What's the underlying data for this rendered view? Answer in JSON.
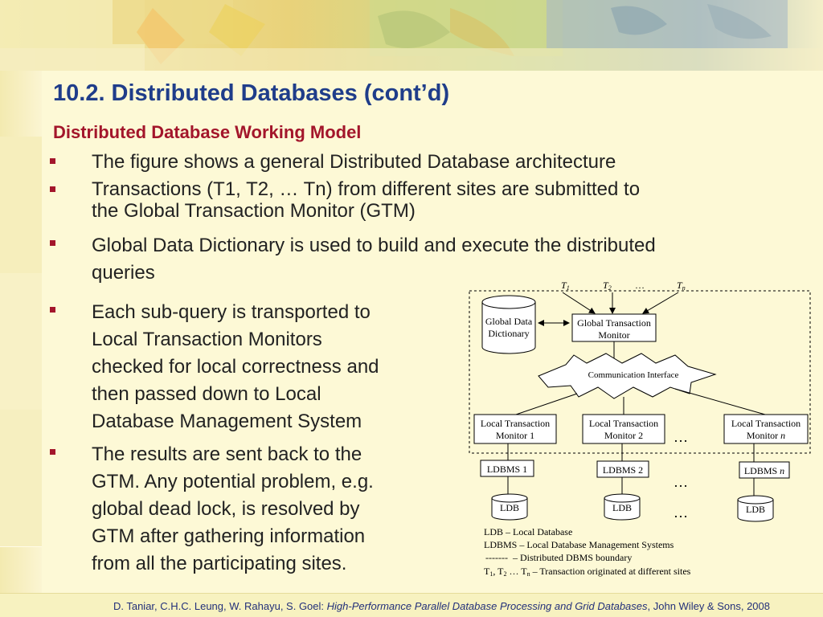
{
  "slide": {
    "title": "10.2. Distributed Databases (cont’d)",
    "subtitle": "Distributed Database Working Model",
    "bullets": [
      "The figure shows a general Distributed Database architecture",
      "Transactions (T1, T2, … Tn) from different sites are submitted to\nthe Global Transaction Monitor (GTM)",
      "Global Data Dictionary is used to build and execute the distributed\nqueries",
      "Each sub-query is transported to\nLocal Transaction Monitors\nchecked for local correctness and\nthen passed down to Local\nDatabase Management System",
      "The results are sent back to the\nGTM. Any potential problem, e.g.\nglobal dead lock, is resolved by\nGTM after gathering information\nfrom all the participating sites."
    ]
  },
  "diagram": {
    "transactions": {
      "t1": "T",
      "t1_sub": "1",
      "t2": "T",
      "t2_sub": "2",
      "dots": "…",
      "tn": "T",
      "tn_sub": "n"
    },
    "global_dictionary": [
      "Global Data",
      "Dictionary"
    ],
    "gtm": [
      "Global Transaction",
      "Monitor"
    ],
    "comm_interface": "Communication Interface",
    "ltm1": [
      "Local Transaction",
      "Monitor 1"
    ],
    "ltm2": [
      "Local Transaction",
      "Monitor 2"
    ],
    "ltmn": [
      "Local Transaction",
      "Monitor "
    ],
    "ltmn_italic": "n",
    "ldbms1": "LDBMS 1",
    "ldbms2": "LDBMS 2",
    "ldbmsn": "LDBMS ",
    "ldbmsn_italic": "n",
    "ldb": "LDB",
    "ellipsis": "…",
    "legend": {
      "l1": "LDB – Local Database",
      "l2": "LDBMS – Local Database Management Systems",
      "l3_dash": "-------",
      "l3_text": "– Distributed DBMS boundary",
      "l4_pre": "T",
      "l4_s1": "1",
      "l4_mid": ", T",
      "l4_s2": "2",
      "l4_mid2": " … T",
      "l4_s3": "n",
      "l4_text": " – Transaction originated at different sites"
    }
  },
  "footer": {
    "authors": "D. Taniar, C.H.C. Leung, W. Rahayu, S. Goel: ",
    "book": "High-Performance Parallel Database Processing and Grid Databases",
    "publisher": ", John Wiley & Sons, 2008"
  },
  "colors": {
    "title": "#1f3d8a",
    "subtitle": "#a3162b",
    "bullet": "#a3162b"
  }
}
